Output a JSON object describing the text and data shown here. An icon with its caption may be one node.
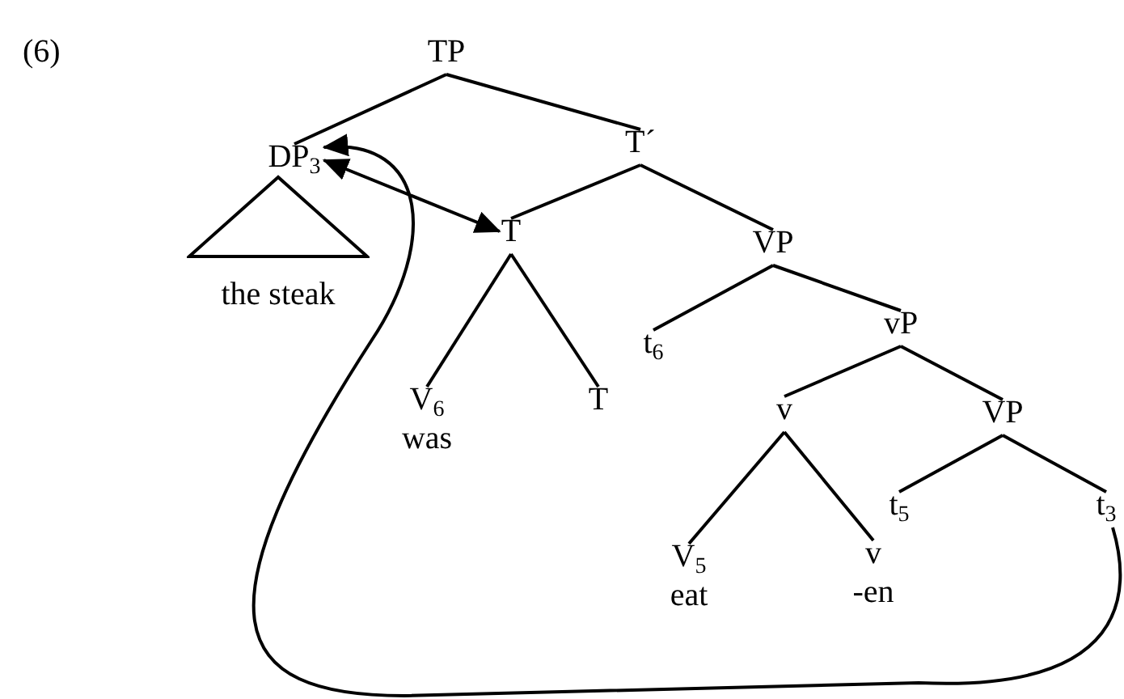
{
  "diagram": {
    "nodes": [
      {
        "text": [
          "TP"
        ]
      },
      {
        "text": [
          "DP$_{3}$"
        ]
      },
      {
        "text": [
          "the steak"
        ]
      },
      {
        "text": [
          "T´"
        ]
      },
      {
        "text": [
          "T"
        ]
      },
      {
        "text": [
          "VP"
        ]
      },
      {
        "text": [
          "V$_{6}$",
          "was"
        ]
      },
      {
        "text": [
          "T"
        ]
      },
      {
        "text": [
          "t$_{6}$"
        ]
      },
      {
        "text": [
          "vP"
        ]
      },
      {
        "text": [
          "v"
        ]
      },
      {
        "text": [
          "VP"
        ]
      },
      {
        "text": [
          "V$_{5}$",
          "eat"
        ]
      },
      {
        "text": [
          "v",
          "-en"
        ]
      },
      {
        "text": [
          "t$_{5}$"
        ]
      },
      {
        "text": [
          "t$_{3}$"
        ]
      }
    ],
    "edges": [
      {
        "from": 0,
        "to": 1,
        "arrow": "none"
      },
      {
        "from": 0,
        "to": 3,
        "arrow": "none"
      },
      {
        "from": 3,
        "to": 4,
        "arrow": "none"
      },
      {
        "from": 3,
        "to": 5,
        "arrow": "none"
      },
      {
        "from": 4,
        "to": 6,
        "arrow": "none"
      },
      {
        "from": 4,
        "to": 7,
        "arrow": "none"
      },
      {
        "from": 5,
        "to": 8,
        "arrow": "none"
      },
      {
        "from": 5,
        "to": 9,
        "arrow": "none"
      },
      {
        "from": 9,
        "to": 10,
        "arrow": "none"
      },
      {
        "from": 9,
        "to": 11,
        "arrow": "none"
      },
      {
        "from": 10,
        "to": 12,
        "arrow": "none"
      },
      {
        "from": 10,
        "to": 13,
        "arrow": "none"
      },
      {
        "from": 11,
        "to": 14,
        "arrow": "none"
      },
      {
        "from": 11,
        "to": 15,
        "arrow": "none"
      },
      {
        "from": 1,
        "to": 4,
        "arrow": "both"
      },
      {
        "from": 15,
        "to": 1,
        "arrow": "to"
      }
    ],
    "labels": [
      "(6)"
    ]
  }
}
